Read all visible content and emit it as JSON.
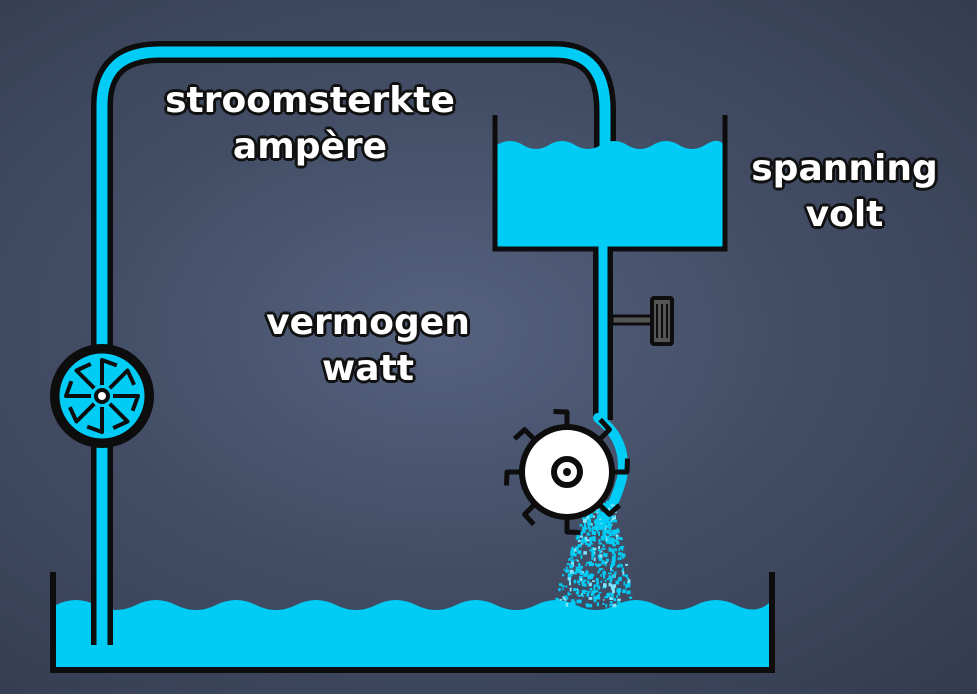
{
  "labels": {
    "current": {
      "line1": "stroomsterkte",
      "line2": "ampère"
    },
    "voltage": {
      "line1": "spanning",
      "line2": "volt"
    },
    "power": {
      "line1": "vermogen",
      "line2": "watt"
    }
  },
  "colors": {
    "water": "#00ccf5",
    "outline": "#0d0d0d",
    "wheel": "#ffffff",
    "label_text": "#ffffff"
  },
  "icons": [
    "pump-icon",
    "tap-icon",
    "water-wheel-icon"
  ]
}
